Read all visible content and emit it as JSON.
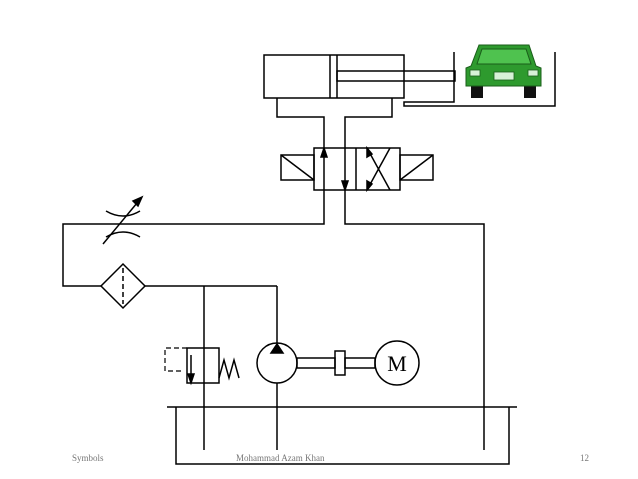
{
  "footer": {
    "left": "Symbols",
    "center": "Mohammad Azam Khan",
    "right": "12"
  },
  "motor": {
    "label": "M"
  },
  "colors": {
    "line": "#000000",
    "car_body": "#2e9a2e",
    "car_roof": "#4fc24f",
    "car_light": "#d7f2d7",
    "footer_text": "#777777"
  }
}
